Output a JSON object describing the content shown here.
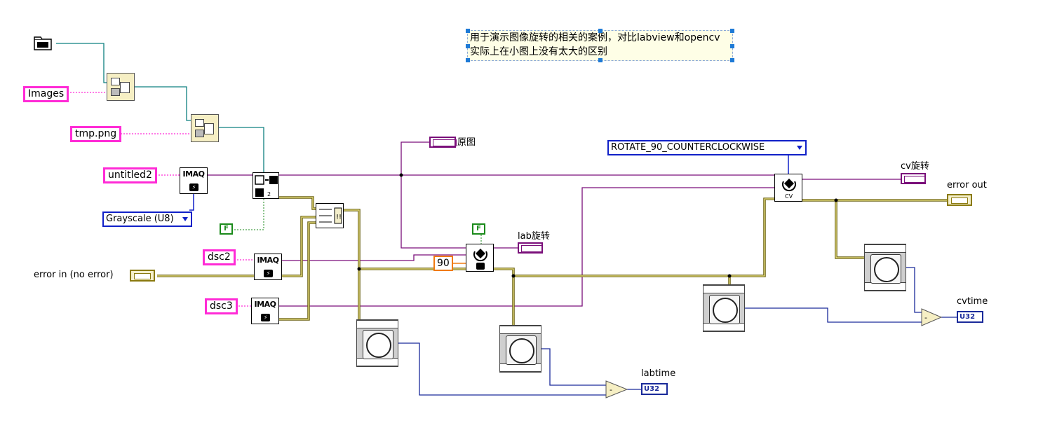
{
  "note": {
    "line1": "用于演示图像旋转的相关的案例，对比labview和opencv",
    "line2": "实际上在小图上没有太大的区别"
  },
  "constants": {
    "images": "Images",
    "tmp_png": "tmp.png",
    "untitled2": "untitled2",
    "grayscale": "Grayscale (U8)",
    "dsc2": "dsc2",
    "dsc3": "dsc3",
    "rotate_mode": "ROTATE_90_COUNTERCLOCKWISE",
    "angle": "90",
    "bool_false": "F"
  },
  "labels": {
    "original": "原图",
    "lab_rotate": "lab旋转",
    "cv_rotate": "cv旋转",
    "error_in": "error in (no error)",
    "error_out": "error out",
    "labtime": "labtime",
    "cvtime": "cvtime"
  },
  "nodes": {
    "imaq": "IMAQ",
    "cv": "CV",
    "u32": "U32"
  },
  "colors": {
    "string_wire": "#ff2bd6",
    "image_wire": "#7a0f7a",
    "error_wire": "#8a7a10",
    "path_wire": "#0e8080",
    "numeric_wire": "#1a2a9a",
    "bool_wire": "#1a8a1a"
  }
}
